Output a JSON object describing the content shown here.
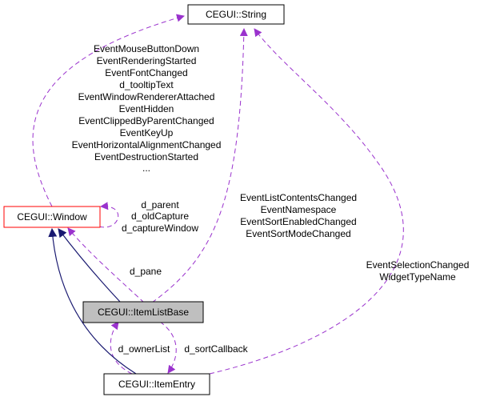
{
  "nodes": {
    "string": {
      "label": "CEGUI::String",
      "fill": "#ffffff",
      "border": "#000000"
    },
    "window": {
      "label": "CEGUI::Window",
      "fill": "#ffffff",
      "border": "#ff0000"
    },
    "itemlistbase": {
      "label": "CEGUI::ItemListBase",
      "fill": "#bfbfbf",
      "border": "#000000"
    },
    "itementry": {
      "label": "CEGUI::ItemEntry",
      "fill": "#ffffff",
      "border": "#000000"
    }
  },
  "edge_labels": {
    "window_to_string": [
      "EventMouseButtonDown",
      "EventRenderingStarted",
      "EventFontChanged",
      "d_tooltipText",
      "EventWindowRendererAttached",
      "EventHidden",
      "EventClippedByParentChanged",
      "EventKeyUp",
      "EventHorizontalAlignmentChanged",
      "EventDestructionStarted",
      "..."
    ],
    "window_self": [
      "d_parent",
      "d_oldCapture",
      "d_captureWindow"
    ],
    "itemlistbase_to_string": [
      "EventListContentsChanged",
      "EventNamespace",
      "EventSortEnabledChanged",
      "EventSortModeChanged"
    ],
    "itementry_to_string": [
      "EventSelectionChanged",
      "WidgetTypeName"
    ],
    "itemlistbase_to_window": [
      "d_pane"
    ],
    "itementry_to_itemlistbase": [
      "d_ownerList"
    ],
    "itemlistbase_to_itementry": [
      "d_sortCallback"
    ]
  },
  "colors": {
    "inheritance_edge": "#191970",
    "usage_edge": "#9a32cd",
    "highlight_node_fill": "#bfbfbf",
    "root_node_border": "#ff0000"
  }
}
